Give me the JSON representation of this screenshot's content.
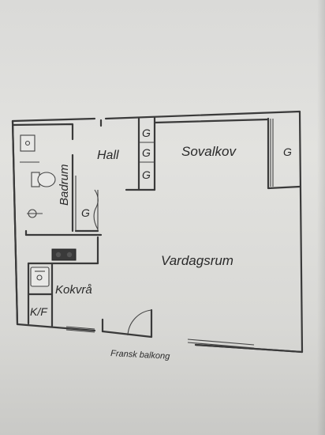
{
  "rooms": {
    "hall": "Hall",
    "sovalkov": "Sovalkov",
    "badrum": "Badrum",
    "vardagsrum": "Vardagsrum",
    "kokvra": "Kokvrå",
    "kf": "K/F"
  },
  "wardrobes": {
    "hall_1": "G",
    "hall_2": "G",
    "hall_3": "G",
    "sovalkov": "G",
    "badrum": "G"
  },
  "balcony_label": "Fransk balkong",
  "colors": {
    "paper": "#e0e0dd",
    "wall": "#3a3a3a",
    "text": "#2a2a2a"
  }
}
